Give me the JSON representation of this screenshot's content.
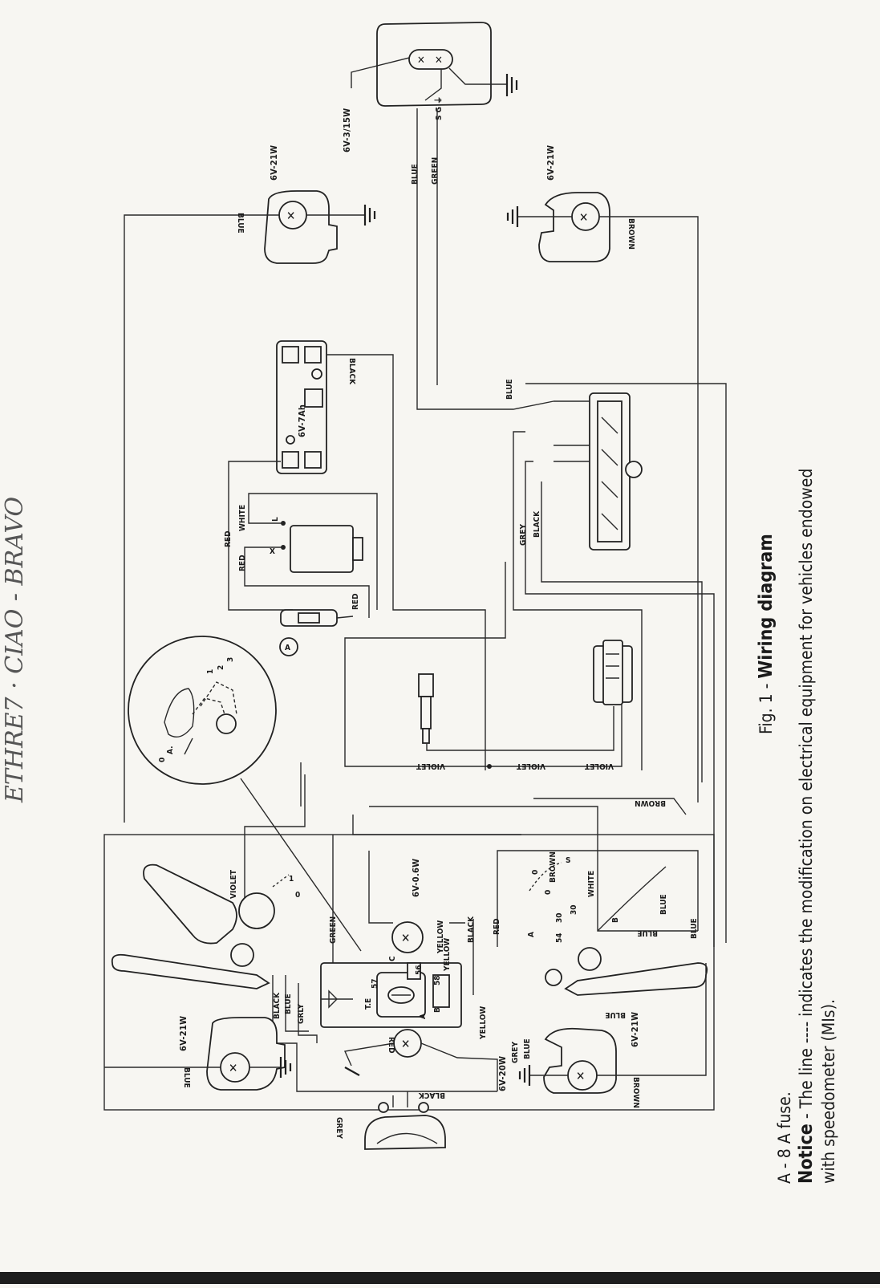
{
  "handwritten_note": "ETHRE7 · CIAO - BRAVO",
  "figure": {
    "caption_prefix": "Fig. 1 - ",
    "caption_title": "Wiring diagram"
  },
  "notes": {
    "fuse": "A - 8 A fuse.",
    "notice_label": "Notice",
    "notice_text": " - The line ---- indicates the modification on electrical equipment for vehicles endowed",
    "notice_cont": "with speedometer (MIs)."
  },
  "components": {
    "headlamp_rating": "6V-3/15W",
    "headlamp_terminals": "S  G  ⏚",
    "turn_rear_left": "6V-21W",
    "turn_rear_right": "6V-21W",
    "turn_front_left": "6V-21W",
    "turn_front_right": "6V-21W",
    "battery": "6V-7Ah",
    "horn_rating": "6V-0.6W",
    "tail_rating": "6V-20W",
    "relay_x": "X",
    "relay_l": "L",
    "fuse_marker": "A",
    "switch_labels": [
      "A.",
      "0",
      "1",
      "2",
      "3"
    ],
    "ign_switch": [
      "0",
      "1"
    ],
    "key_switch": [
      "S",
      "0",
      "30",
      "30",
      "54",
      "B",
      "A",
      "0"
    ],
    "harness_terminals": [
      "56",
      "58",
      "57",
      "T.E",
      "A",
      "B",
      "C"
    ]
  },
  "wires": {
    "blue": "BLUE",
    "green": "GREEN",
    "brown": "BROWN",
    "black": "BLACK",
    "white": "WHITE",
    "red": "RED",
    "grey": "GREY",
    "violet": "VIOLET",
    "yellow": "YELLOW",
    "grly": "GRLY"
  }
}
